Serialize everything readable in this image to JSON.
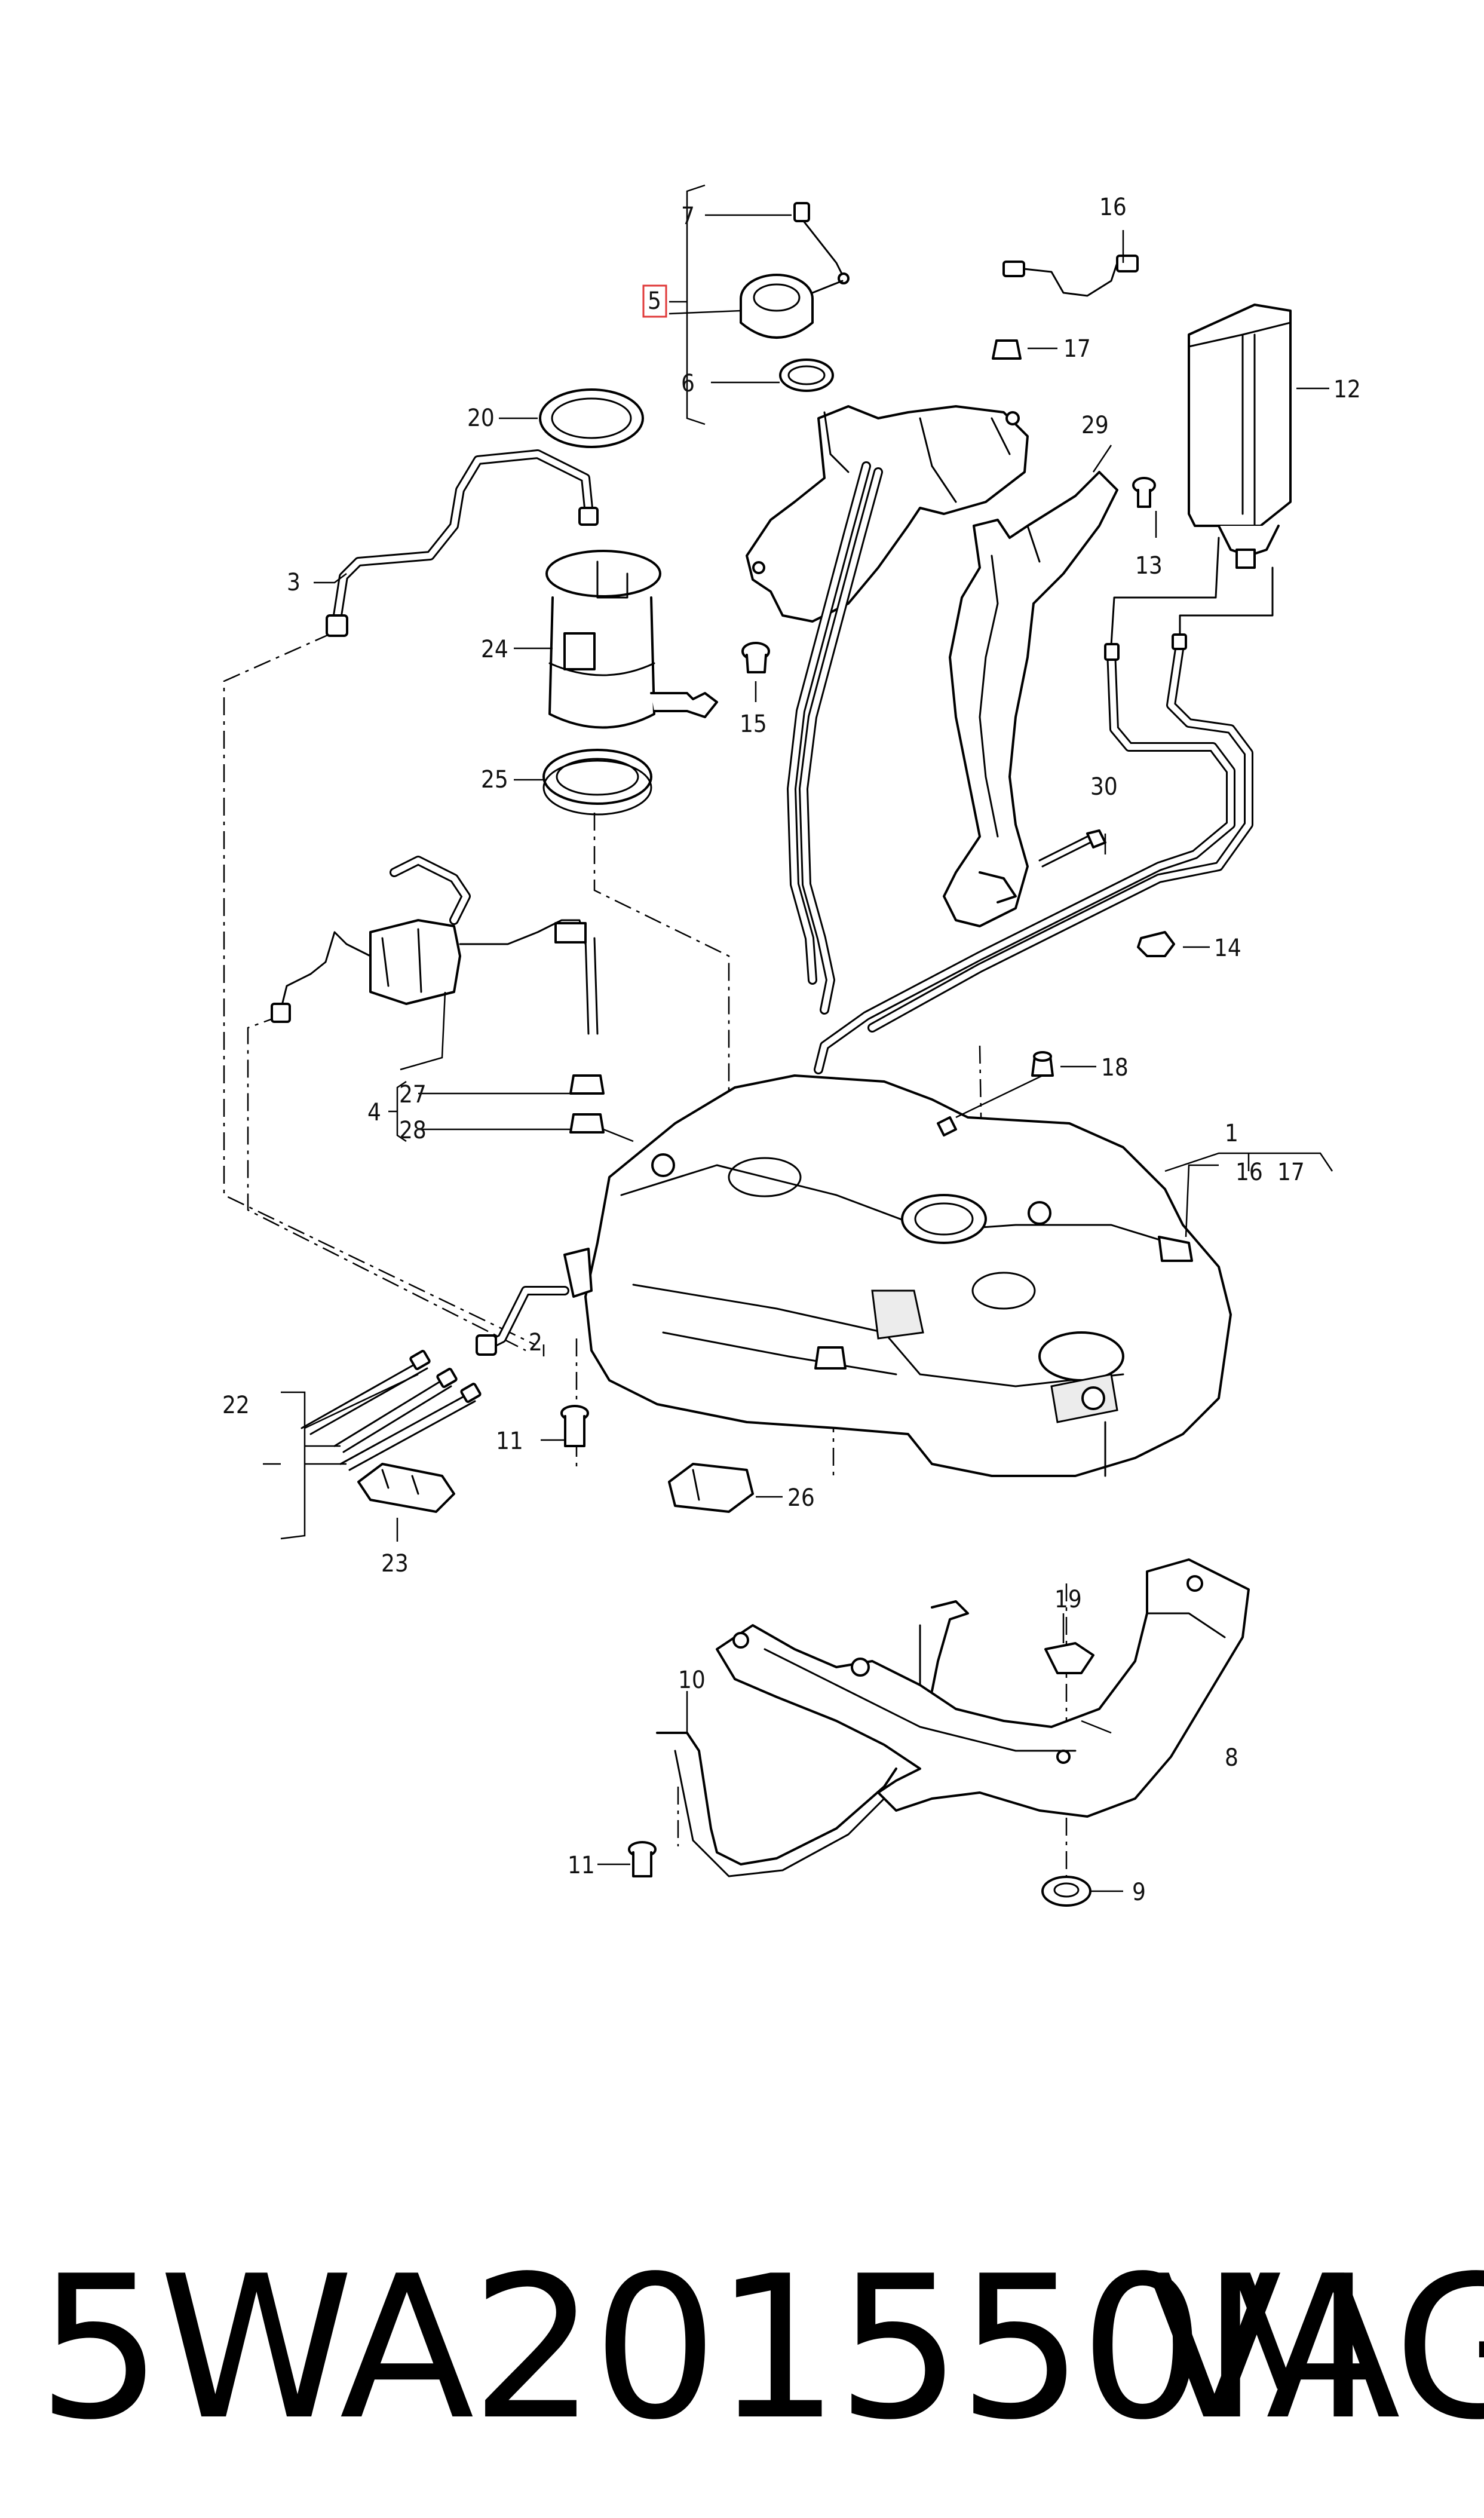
{
  "callouts": {
    "c1": "1",
    "c2": "2",
    "c3": "3",
    "c4": "4",
    "c5": "5",
    "c6": "6",
    "c7": "7",
    "c8": "8",
    "c9": "9",
    "c10": "10",
    "c11a": "11",
    "c11b": "11",
    "c12": "12",
    "c13": "13",
    "c14": "14",
    "c15": "15",
    "c16": "16",
    "c16b": "16",
    "c17": "17",
    "c17b": "17",
    "c18": "18",
    "c19": "19",
    "c20": "20",
    "c22": "22",
    "c23": "23",
    "c24": "24",
    "c25": "25",
    "c26": "26",
    "c27": "27",
    "c28": "28",
    "c29": "29",
    "c30": "30"
  },
  "footer": {
    "part_number": "5WA201550M",
    "brand": "VAG"
  },
  "colors": {
    "highlight_box": "#e03a3a",
    "line": "#000000",
    "background": "#ffffff"
  }
}
